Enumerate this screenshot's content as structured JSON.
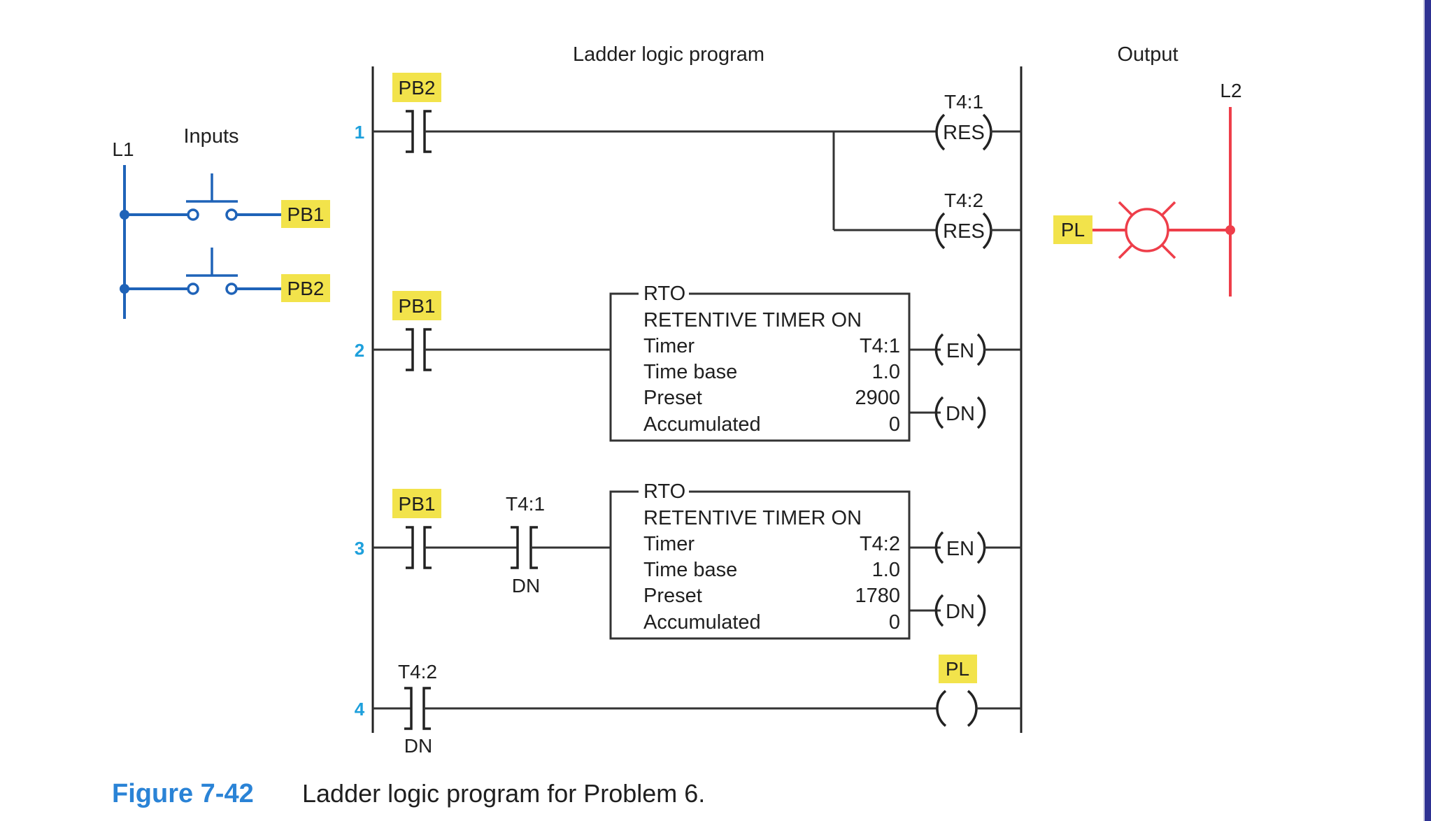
{
  "headers": {
    "ladder_title": "Ladder logic program",
    "output_title": "Output",
    "inputs_title": "Inputs"
  },
  "power_lines": {
    "l1": "L1",
    "l2": "L2"
  },
  "inputs": [
    {
      "tag": "PB1",
      "type": "normally-open pushbutton"
    },
    {
      "tag": "PB2",
      "type": "normally-open pushbutton"
    }
  ],
  "output_device": {
    "tag": "PL",
    "type": "pilot lamp"
  },
  "rungs": [
    {
      "number": "1",
      "contacts": [
        {
          "tag": "PB2",
          "highlight": true
        }
      ],
      "outputs": [
        {
          "address": "T4:1",
          "coil": "RES"
        },
        {
          "address": "T4:2",
          "coil": "RES"
        }
      ]
    },
    {
      "number": "2",
      "contacts": [
        {
          "tag": "PB1",
          "highlight": true
        }
      ],
      "timer": {
        "type": "RTO",
        "title": "RETENTIVE TIMER ON",
        "fields": [
          {
            "label": "Timer",
            "value": "T4:1"
          },
          {
            "label": "Time base",
            "value": "1.0"
          },
          {
            "label": "Preset",
            "value": "2900"
          },
          {
            "label": "Accumulated",
            "value": "0"
          }
        ],
        "coils": [
          "EN",
          "DN"
        ]
      }
    },
    {
      "number": "3",
      "contacts": [
        {
          "tag": "PB1",
          "highlight": true
        },
        {
          "tag": "T4:1",
          "bit": "DN",
          "highlight": false
        }
      ],
      "timer": {
        "type": "RTO",
        "title": "RETENTIVE TIMER ON",
        "fields": [
          {
            "label": "Timer",
            "value": "T4:2"
          },
          {
            "label": "Time base",
            "value": "1.0"
          },
          {
            "label": "Preset",
            "value": "1780"
          },
          {
            "label": "Accumulated",
            "value": "0"
          }
        ],
        "coils": [
          "EN",
          "DN"
        ]
      }
    },
    {
      "number": "4",
      "contacts": [
        {
          "tag": "T4:2",
          "bit": "DN",
          "highlight": false
        }
      ],
      "outputs": [
        {
          "address": "PL",
          "coil": "",
          "highlight": true
        }
      ]
    }
  ],
  "caption": {
    "figure": "Figure 7-42",
    "text": "Ladder logic program for Problem 6."
  },
  "colors": {
    "input_wiring": "#1f63b8",
    "output_wiring": "#ee3e4a",
    "tag_highlight": "#f2e34b",
    "rung_number": "#1ea0dc",
    "caption_label": "#2a83d6"
  }
}
